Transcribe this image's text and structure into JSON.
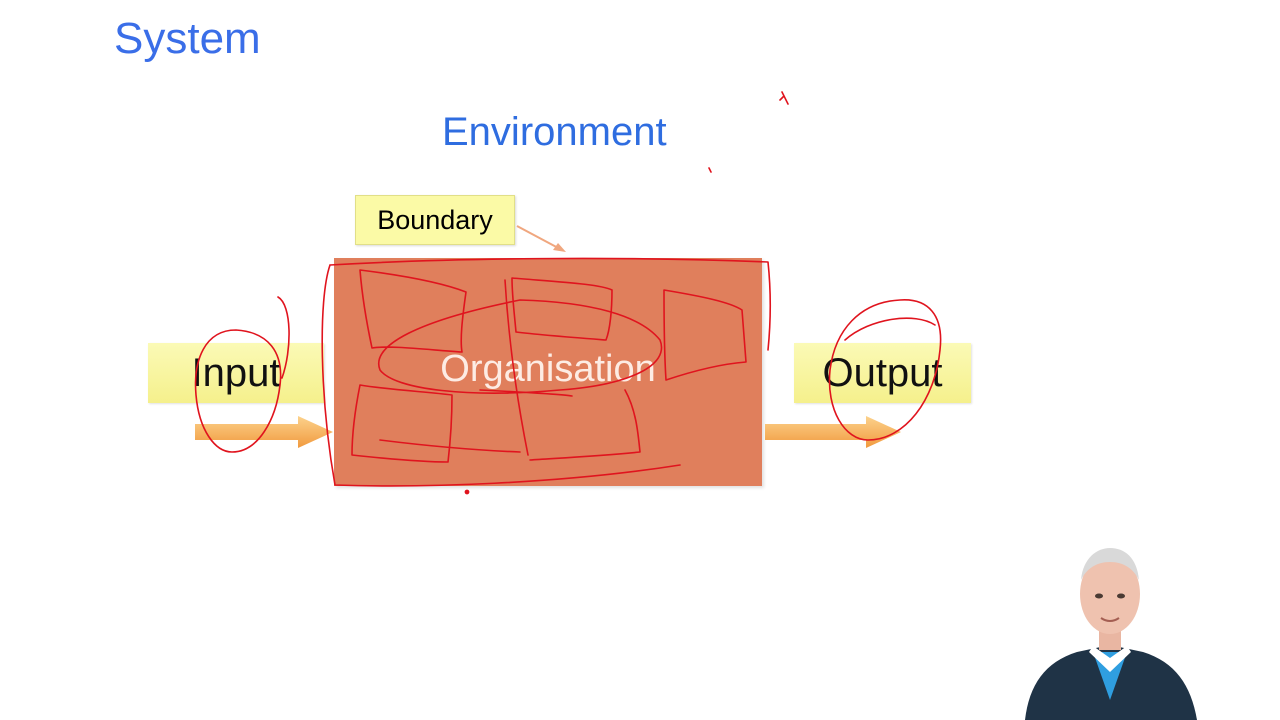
{
  "slide": {
    "title": "System"
  },
  "diagram": {
    "environment_label": "Environment",
    "boundary_label": "Boundary",
    "organisation_label": "Organisation",
    "input_label": "Input",
    "output_label": "Output"
  },
  "colors": {
    "title": "#3a6ee8",
    "organisation_fill": "#e07f5c",
    "label_box_fill": "#fbfaa6",
    "flow_arrow": "#f6b35f",
    "annotation_ink": "#e0141e"
  },
  "icons": {
    "presenter": "presenter-video-icon"
  }
}
